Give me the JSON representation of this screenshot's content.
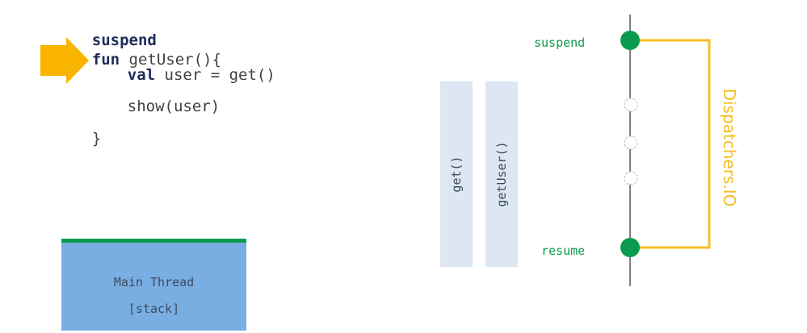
{
  "code": {
    "line1_kw1": "suspend",
    "line1_kw2": "fun",
    "line1_rest": " getUser(){",
    "line2_kw": "val",
    "line2_rest": " user = get()",
    "line3": "show(user)",
    "line4": "}"
  },
  "stack": {
    "title": "Main Thread",
    "subtitle": "[stack]"
  },
  "frames": [
    {
      "label": "get()"
    },
    {
      "label": "getUser()"
    }
  ],
  "timeline": {
    "suspend_label": "suspend",
    "resume_label": "resume",
    "dispatcher_label": "Dispatchers.IO"
  },
  "colors": {
    "keyword": "#1f2d5a",
    "arrow": "#f9b400",
    "stack_fill": "#79aee3",
    "stack_border": "#0a9b4e",
    "frame_fill": "#dce7f3",
    "node_green": "#0a9b4e",
    "io_line": "#f4be22",
    "timeline_line": "#808080"
  }
}
